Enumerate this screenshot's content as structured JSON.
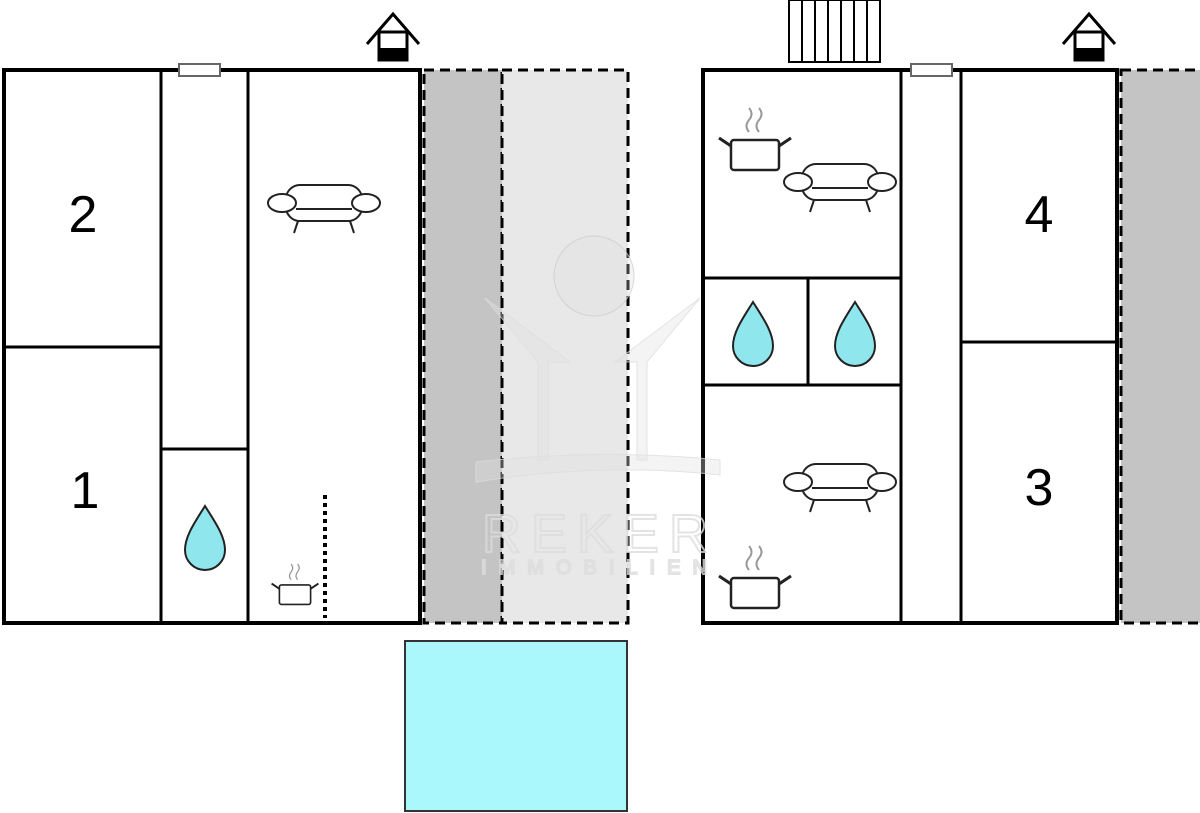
{
  "rooms": {
    "r1": "1",
    "r2": "2",
    "r3": "3",
    "r4": "4"
  },
  "watermark": {
    "name": "REKER",
    "sub": "IMMOBILIEN"
  },
  "colors": {
    "pool": "#aaf8fb",
    "terrace_dark": "#c4c4c4",
    "terrace_light": "#e8e8e8",
    "water": "#8fe6ec"
  }
}
